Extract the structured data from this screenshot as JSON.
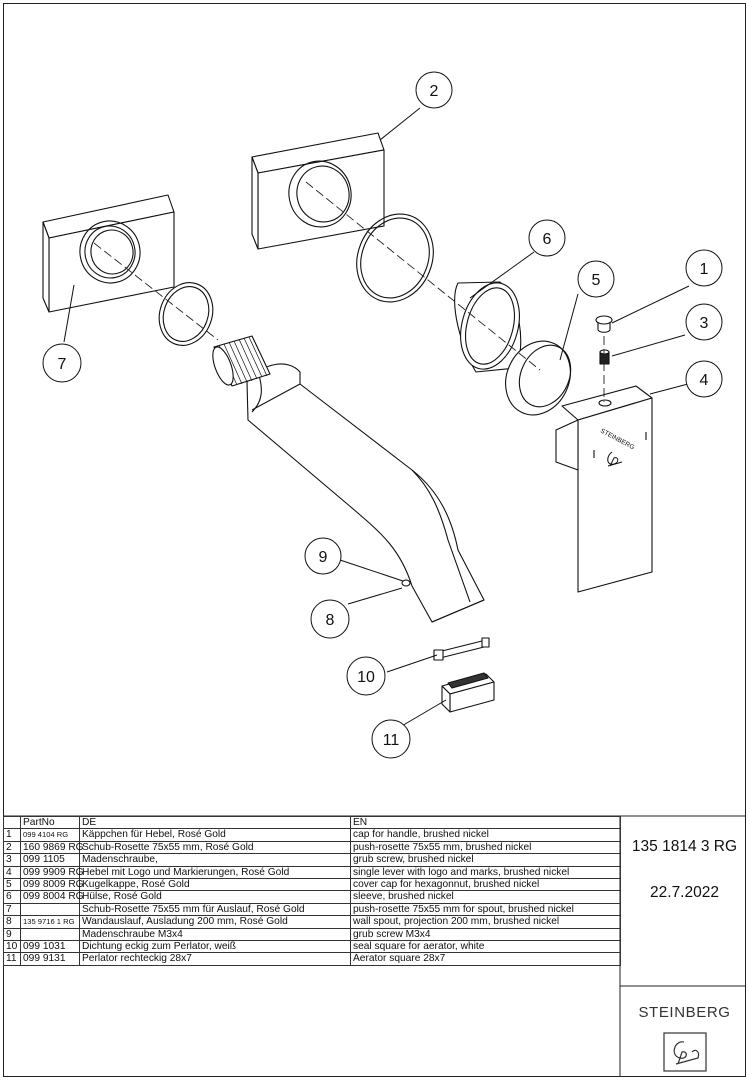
{
  "callouts": [
    "1",
    "2",
    "3",
    "4",
    "5",
    "6",
    "7",
    "8",
    "9",
    "10",
    "11"
  ],
  "handle_logo_text": "STEINBERG",
  "table": {
    "headers": [
      "",
      "PartNo",
      "DE",
      "EN"
    ],
    "rows": [
      {
        "pos": "1",
        "part": "099 4104 RG",
        "de": "Käppchen für Hebel, Rosé Gold",
        "en": "cap for handle, brushed nickel"
      },
      {
        "pos": "2",
        "part": "160 9869 RG",
        "de": "Schub-Rosette 75x55 mm, Rosé Gold",
        "en": "push-rosette 75x55 mm, brushed nickel"
      },
      {
        "pos": "3",
        "part": "099 1105",
        "de": "Madenschraube,",
        "en": "grub screw, brushed nickel"
      },
      {
        "pos": "4",
        "part": "099 9909 RG",
        "de": "Hebel mit Logo und Markierungen, Rosé Gold",
        "en": "single lever with logo and marks, brushed nickel"
      },
      {
        "pos": "5",
        "part": "099 8009 RG",
        "de": "Kugelkappe, Rosé Gold",
        "en": "cover cap for hexagonnut, brushed nickel"
      },
      {
        "pos": "6",
        "part": "099 8004 RG",
        "de": "Hülse, Rosé Gold",
        "en": "sleeve, brushed nickel"
      },
      {
        "pos": "7",
        "part": "",
        "de": "Schub-Rosette 75x55 mm für Auslauf, Rosé Gold",
        "en": "push-rosette 75x55 mm for spout, brushed nickel"
      },
      {
        "pos": "8",
        "part": "135 9716 1 RG",
        "de": "Wandauslauf, Ausladung 200 mm, Rosé Gold",
        "en": "wall spout, projection 200 mm, brushed nickel"
      },
      {
        "pos": "9",
        "part": "",
        "de": "Madenschraube M3x4",
        "en": "grub screw M3x4"
      },
      {
        "pos": "10",
        "part": "099 1031",
        "de": "Dichtung eckig zum Perlator, weiß",
        "en": "seal square for aerator, white"
      },
      {
        "pos": "11",
        "part": "099 9131",
        "de": "Perlator rechteckig 28x7",
        "en": "Aerator square 28x7"
      }
    ]
  },
  "title_block": {
    "article_number": "135 1814 3 RG",
    "date": "22.7.2022",
    "brand": "STEINBERG"
  }
}
